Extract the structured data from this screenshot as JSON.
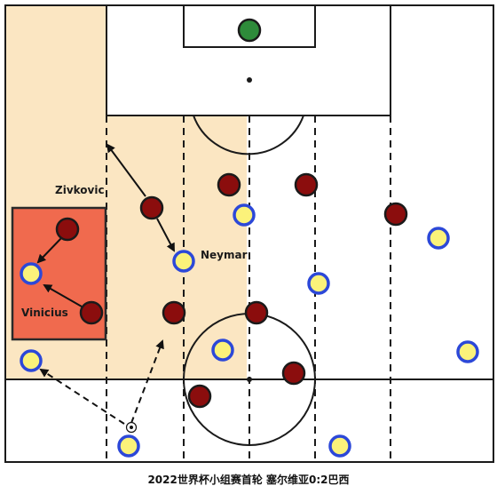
{
  "caption": "2022世界杯小组赛首轮 塞尔维亚0:2巴西",
  "colors": {
    "zone_fill": "#fbe6c2",
    "box_fill": "#f06a4e",
    "box_stroke": "#2a2a2a",
    "pitch_line": "#1a1a1a",
    "red_player": "#8b0d0d",
    "yellow_player": "#fbf27a",
    "yellow_ring": "#2c48d8",
    "gk_fill": "#2e8b3a"
  },
  "labels": {
    "zivkovic": "Zivkovic",
    "neymar": "Neymar",
    "vinicius": "Vinicius"
  }
}
